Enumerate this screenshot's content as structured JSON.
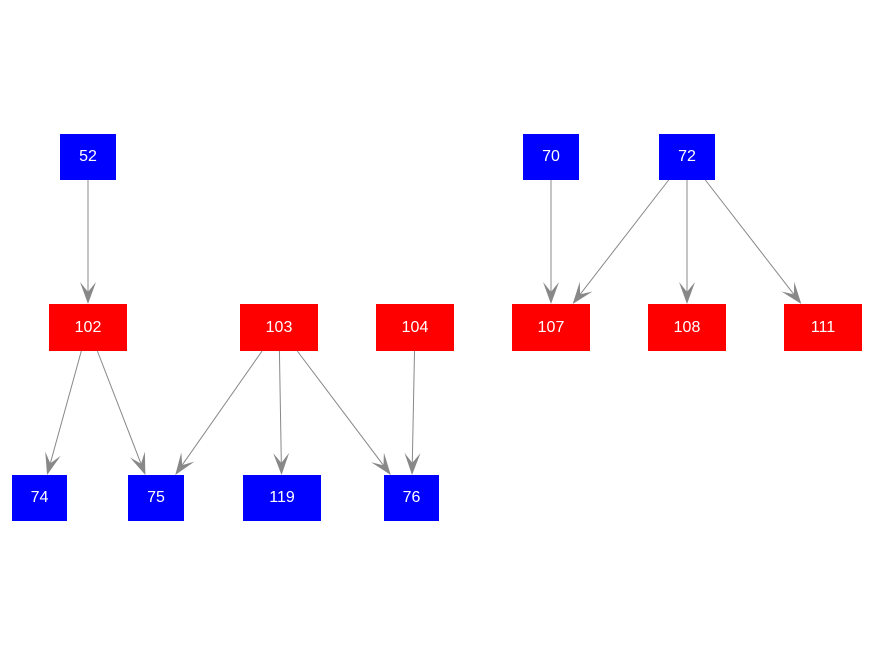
{
  "colors": {
    "blue_node": "#0000ff",
    "red_node": "#ff0000",
    "edge": "#888888",
    "label": "#ffffff",
    "background": "#ffffff"
  },
  "nodes": [
    {
      "id": "n52",
      "label": "52",
      "color": "blue"
    },
    {
      "id": "n70",
      "label": "70",
      "color": "blue"
    },
    {
      "id": "n72",
      "label": "72",
      "color": "blue"
    },
    {
      "id": "n102",
      "label": "102",
      "color": "red"
    },
    {
      "id": "n103",
      "label": "103",
      "color": "red"
    },
    {
      "id": "n104",
      "label": "104",
      "color": "red"
    },
    {
      "id": "n107",
      "label": "107",
      "color": "red"
    },
    {
      "id": "n108",
      "label": "108",
      "color": "red"
    },
    {
      "id": "n111",
      "label": "111",
      "color": "red"
    },
    {
      "id": "n74",
      "label": "74",
      "color": "blue"
    },
    {
      "id": "n75",
      "label": "75",
      "color": "blue"
    },
    {
      "id": "n119",
      "label": "119",
      "color": "blue"
    },
    {
      "id": "n76",
      "label": "76",
      "color": "blue"
    }
  ],
  "edges": [
    {
      "from": "n52",
      "to": "n102"
    },
    {
      "from": "n70",
      "to": "n107"
    },
    {
      "from": "n72",
      "to": "n107"
    },
    {
      "from": "n72",
      "to": "n108"
    },
    {
      "from": "n72",
      "to": "n111"
    },
    {
      "from": "n102",
      "to": "n74"
    },
    {
      "from": "n102",
      "to": "n75"
    },
    {
      "from": "n103",
      "to": "n75"
    },
    {
      "from": "n103",
      "to": "n119"
    },
    {
      "from": "n103",
      "to": "n76"
    },
    {
      "from": "n104",
      "to": "n76"
    }
  ]
}
